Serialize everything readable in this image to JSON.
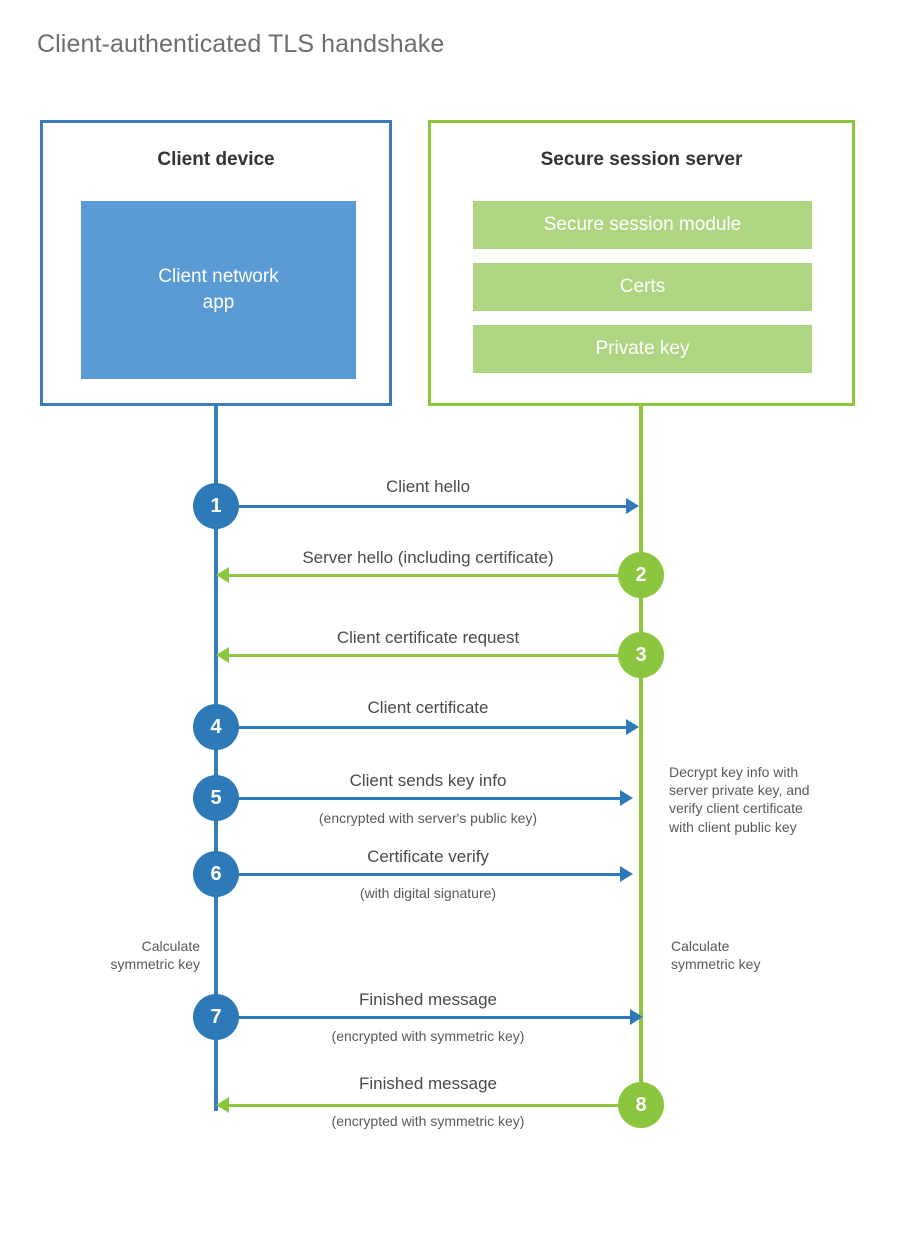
{
  "title": "Client-authenticated TLS handshake",
  "colors": {
    "client_accent": "#3a7cb9",
    "client_fill": "#5b9bd5",
    "client_badge": "#2e7ab8",
    "server_accent": "#8cc63f",
    "server_fill": "#aed581",
    "title_text": "#6d6e71",
    "body_text": "#58595b",
    "background": "#ffffff"
  },
  "participants": {
    "client": {
      "title": "Client device",
      "blocks": [
        {
          "label": "Client network\napp"
        }
      ]
    },
    "server": {
      "title": "Secure session server",
      "blocks": [
        {
          "label": "Secure session module"
        },
        {
          "label": "Certs"
        },
        {
          "label": "Private key"
        }
      ]
    }
  },
  "steps": [
    {
      "number": "1",
      "label": "Client hello",
      "sublabel": "",
      "direction": "client-to-server",
      "actor": "client"
    },
    {
      "number": "2",
      "label": "Server hello (including certificate)",
      "sublabel": "",
      "direction": "server-to-client",
      "actor": "server"
    },
    {
      "number": "3",
      "label": "Client certificate request",
      "sublabel": "",
      "direction": "server-to-client",
      "actor": "server"
    },
    {
      "number": "4",
      "label": "Client certificate",
      "sublabel": "",
      "direction": "client-to-server",
      "actor": "client"
    },
    {
      "number": "5",
      "label": "Client sends key info",
      "sublabel": "(encrypted with server's public key)",
      "direction": "client-to-server",
      "actor": "client"
    },
    {
      "number": "6",
      "label": "Certificate verify",
      "sublabel": "(with digital signature)",
      "direction": "client-to-server",
      "actor": "client"
    },
    {
      "number": "7",
      "label": "Finished message",
      "sublabel": "(encrypted with symmetric key)",
      "direction": "client-to-server",
      "actor": "client"
    },
    {
      "number": "8",
      "label": "Finished message",
      "sublabel": "(encrypted with symmetric key)",
      "direction": "server-to-client",
      "actor": "server"
    }
  ],
  "annotations": {
    "server_decrypt": "Decrypt key info with\nserver private key, and\nverify client certificate\nwith client public key",
    "client_symmetric": "Calculate\nsymmetric key",
    "server_symmetric": "Calculate\nsymmetric key"
  }
}
